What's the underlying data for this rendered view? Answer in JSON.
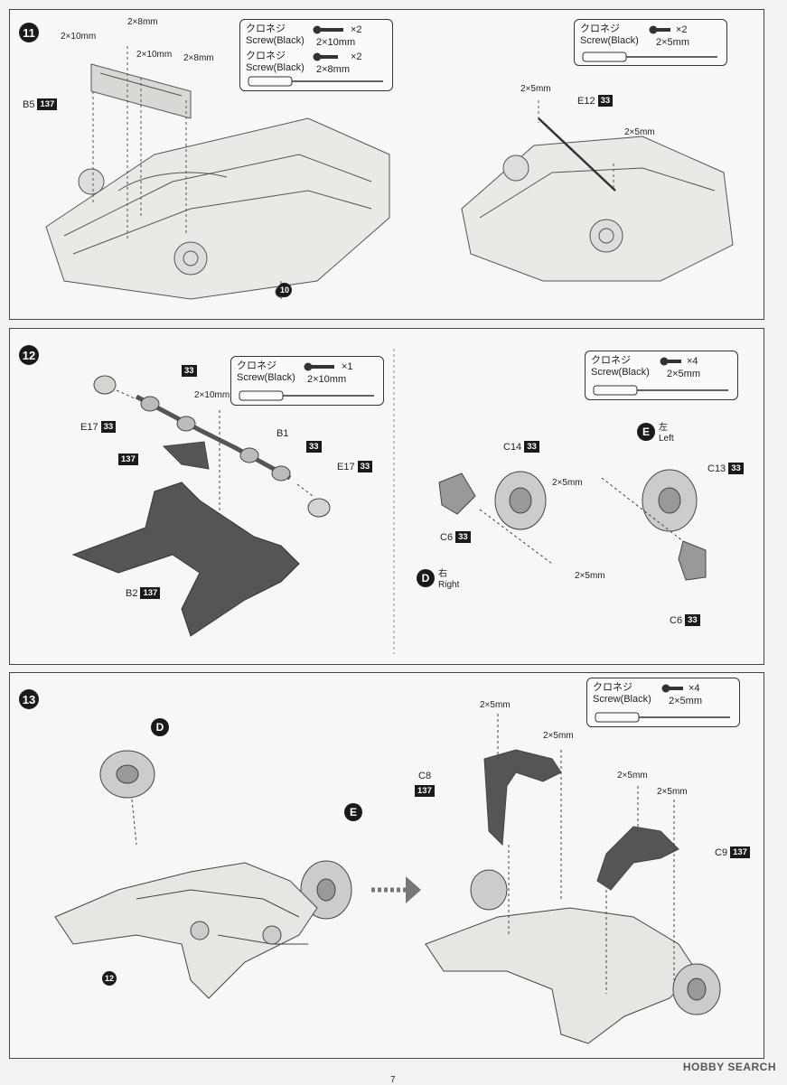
{
  "steps": [
    {
      "number": "11"
    },
    {
      "number": "12"
    },
    {
      "number": "13"
    }
  ],
  "screw": {
    "jp": "クロネジ",
    "en": "Screw(Black)"
  },
  "s11": {
    "box1": {
      "size1": "2×10mm",
      "qty1": "×2",
      "size2": "2×8mm",
      "qty2": "×2"
    },
    "box2": {
      "size": "2×5mm",
      "qty": "×2"
    },
    "labels": {
      "a": "2×10",
      "b": "2×8",
      "c": "2×10",
      "d": "2×8",
      "e": "2×5",
      "f": "2×5",
      "mm": "mm"
    },
    "parts": {
      "b5": "B5",
      "b5tag": "137",
      "e12": "E12",
      "e12tag": "33",
      "ref10": "10"
    }
  },
  "s12": {
    "box1": {
      "size": "2×10mm",
      "qty": "×1"
    },
    "box2": {
      "size": "2×5mm",
      "qty": "×4"
    },
    "labels": {
      "a": "2×10",
      "b": "2×5",
      "c": "2×5",
      "mm": "mm"
    },
    "parts": {
      "e17a": "E17",
      "e17atag": "33",
      "e17b": "E17",
      "e17btag": "33",
      "b1": "B1",
      "b1tag": "33",
      "top33": "33",
      "t137": "137",
      "b2": "B2",
      "b2tag": "137",
      "c14": "C14",
      "c14tag": "33",
      "c13": "C13",
      "c13tag": "33",
      "c6a": "C6",
      "c6atag": "33",
      "c6b": "C6",
      "c6btag": "33"
    },
    "sides": {
      "left_letter": "E",
      "left_jp": "左",
      "left_en": "Left",
      "right_letter": "D",
      "right_jp": "右",
      "right_en": "Right"
    }
  },
  "s13": {
    "box": {
      "size": "2×5mm",
      "qty": "×4"
    },
    "labels": {
      "a": "2×5",
      "b": "2×5",
      "c": "2×5",
      "d": "2×5",
      "mm": "mm"
    },
    "parts": {
      "c8": "C8",
      "c8tag": "137",
      "c9": "C9",
      "c9tag": "137",
      "ref12": "12",
      "d": "D",
      "e": "E"
    }
  },
  "footer": {
    "page": "7",
    "watermark": "HOBBY SEARCH"
  }
}
